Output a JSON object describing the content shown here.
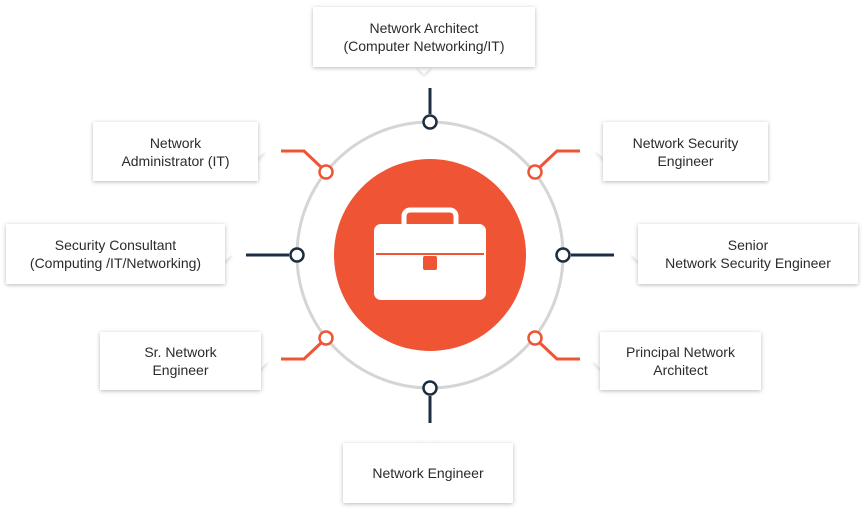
{
  "colors": {
    "accent": "#ef5435",
    "navy": "#1c2e40",
    "ring": "#d5d5d5"
  },
  "center_icon": "briefcase-icon",
  "roles": [
    {
      "id": "top",
      "label": "Network Architect\n(Computer Networking/IT)",
      "connector": "navy"
    },
    {
      "id": "upper-left",
      "label": "Network\nAdministrator (IT)",
      "connector": "accent"
    },
    {
      "id": "upper-right",
      "label": "Network Security\nEngineer",
      "connector": "accent"
    },
    {
      "id": "mid-left",
      "label": "Security Consultant\n(Computing /IT/Networking)",
      "connector": "navy"
    },
    {
      "id": "mid-right",
      "label": "Senior\nNetwork Security Engineer",
      "connector": "navy"
    },
    {
      "id": "lower-left",
      "label": "Sr. Network\nEngineer",
      "connector": "accent"
    },
    {
      "id": "lower-right",
      "label": "Principal Network\nArchitect",
      "connector": "accent"
    },
    {
      "id": "bottom",
      "label": "Network Engineer",
      "connector": "navy"
    }
  ]
}
